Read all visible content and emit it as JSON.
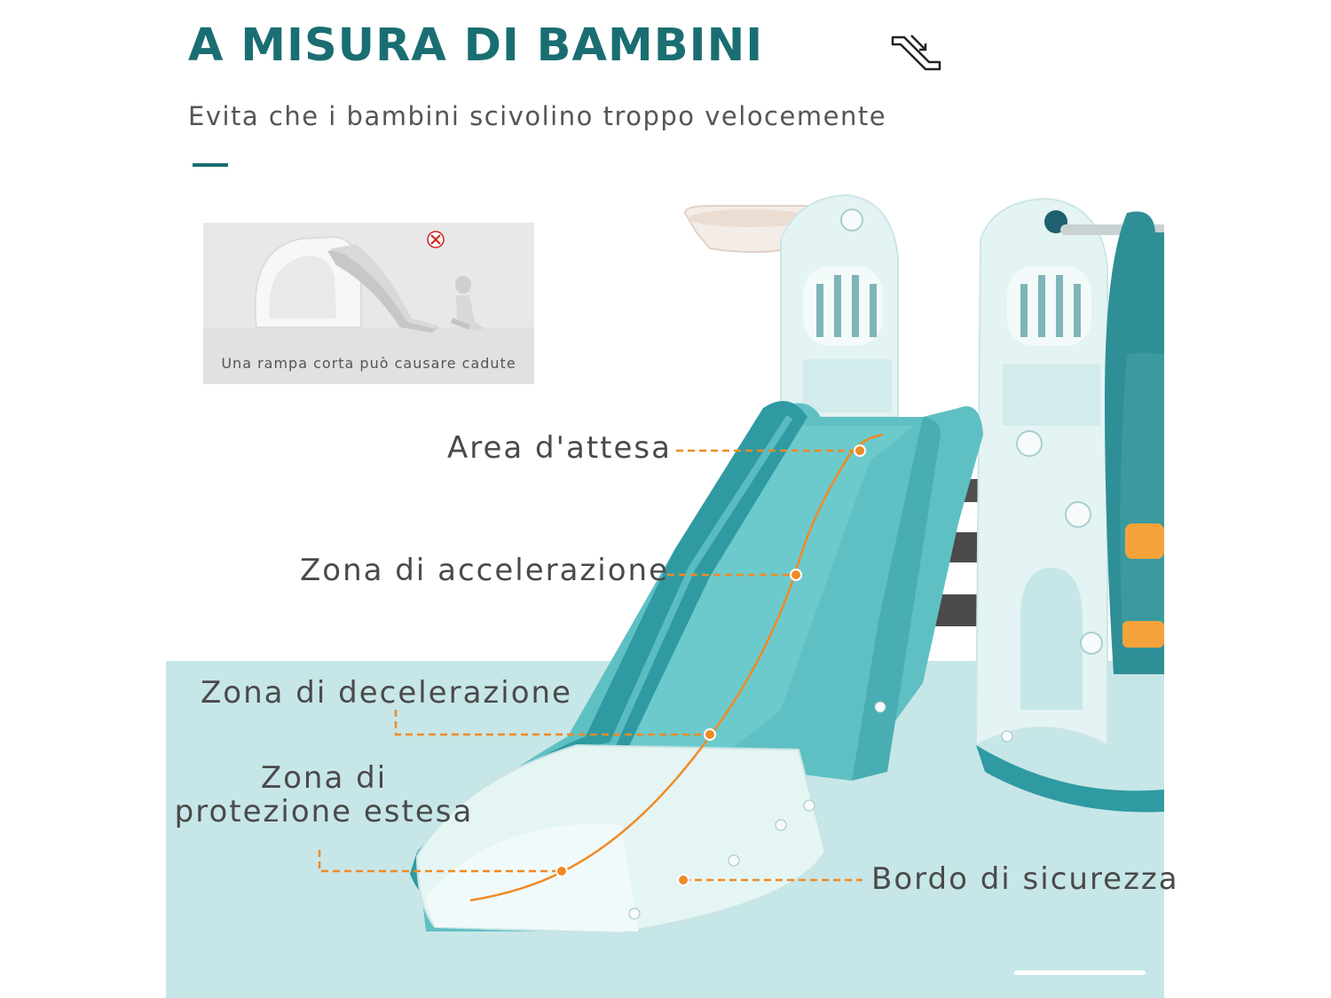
{
  "header": {
    "title": "A MISURA DI BAMBINI",
    "subtitle": "Evita che i bambini scivolino troppo velocemente"
  },
  "thumbnail": {
    "caption": "Una rampa corta può causare cadute",
    "status_icon": "red-x-icon"
  },
  "callouts": {
    "waiting_area": "Area d'attesa",
    "acceleration_zone": "Zona di accelerazione",
    "deceleration_zone": "Zona di decelerazione",
    "extended_protection": "Zona di protezione estesa",
    "safety_edge": "Bordo di sicurezza"
  },
  "colors": {
    "brand_teal": "#1a6e72",
    "slide_teal": "#5fc0c3",
    "callout_orange": "#f08a24",
    "floor": "#c7e6e7"
  }
}
